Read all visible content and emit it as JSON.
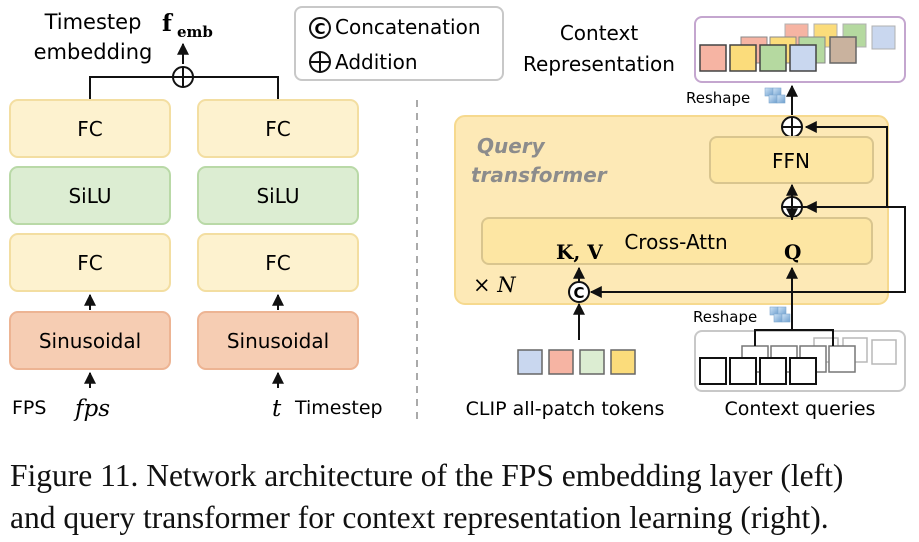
{
  "left": {
    "timestep_embedding_line1": "Timestep",
    "timestep_embedding_line2": "embedding",
    "f_emb_main": "f",
    "f_emb_sub": "emb",
    "fc_label": "FC",
    "silu_label": "SiLU",
    "sinusoidal_label": "Sinusoidal",
    "fps_label": "FPS",
    "fps_var": "fps",
    "t_var": "t",
    "timestep_label": "Timestep"
  },
  "legend": {
    "concat_symbol": "©",
    "concat_label": "Concatenation",
    "add_symbol": "⊕",
    "add_label": "Addition"
  },
  "right": {
    "context_rep_line1": "Context",
    "context_rep_line2": "Representation",
    "reshape_label": "Reshape",
    "query_transformer_line1": "Query",
    "query_transformer_line2": "transformer",
    "ffn_label": "FFN",
    "cross_attn_label": "Cross-Attn",
    "kv_label": "K, V",
    "q_label": "Q",
    "xn_label": "× N",
    "clip_label": "CLIP all-patch tokens",
    "context_queries_label": "Context queries"
  },
  "caption": {
    "line1": "Figure 11. Network architecture of the FPS embedding layer (left)",
    "line2": "and query transformer for context representation learning (right)."
  },
  "colors": {
    "fc_fill": "#fdf2cf",
    "fc_stroke": "#f3dea1",
    "silu_fill": "#dcedd2",
    "silu_stroke": "#b9d9a7",
    "sinusoidal_fill": "#f6cdb3",
    "sinusoidal_stroke": "#edb493",
    "qt_fill": "#fde9b6",
    "qt_stroke": "#f6d98e",
    "inner_fill": "#fde6a3",
    "token_blue": "#c9d7ef",
    "token_red": "#f6b4a3",
    "token_green": "#b5d9a0",
    "token_yellow": "#fbdc7b",
    "token_brown": "#c9b29e",
    "frame_stroke": "#c4a6cf",
    "qt_title": "#8c8c8c"
  }
}
